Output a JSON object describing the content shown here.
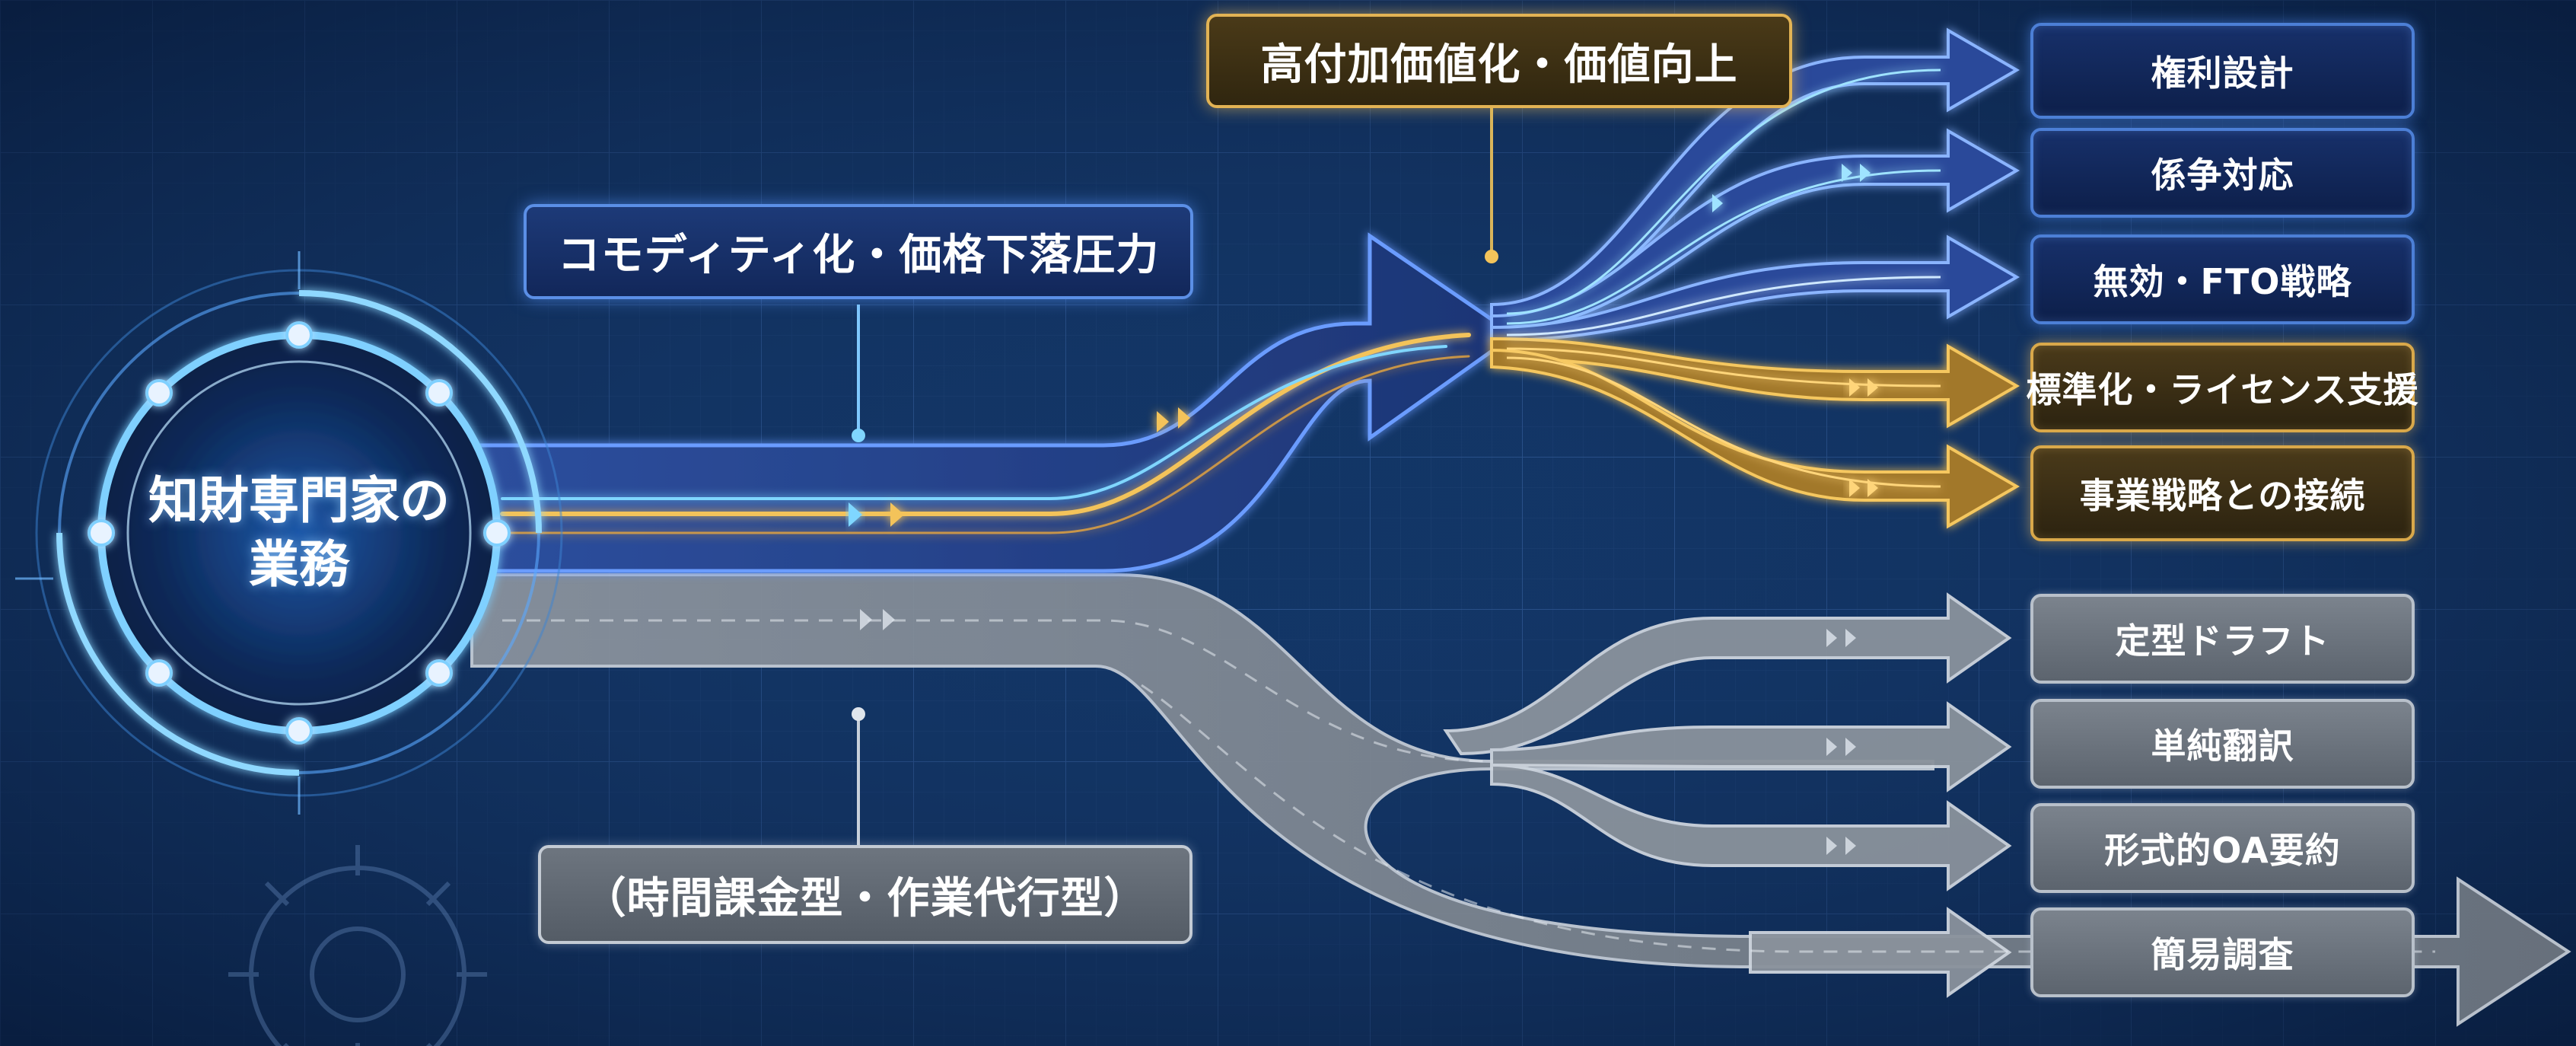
{
  "hub": {
    "line1": "知財専門家の",
    "line2": "業務"
  },
  "categories": {
    "value_add": "高付加価値化・価値向上",
    "commodity": "コモディティ化・価格下落圧力",
    "hourly": "（時間課金型・作業代行型）"
  },
  "outputs_high_value": [
    "権利設計",
    "係争対応",
    "無効・FTO戦略",
    "標準化・ライセンス支援",
    "事業戦略との接続"
  ],
  "outputs_commodity": [
    "定型ドラフト",
    "単純翻訳",
    "形式的OA要約",
    "簡易調査"
  ],
  "colors": {
    "background": "#0f2a52",
    "blue_path": "#2b4a9a",
    "gold_path": "#f0b44a",
    "grey_path": "#a9b1bb",
    "cyan_glow": "#5fd0ff"
  }
}
